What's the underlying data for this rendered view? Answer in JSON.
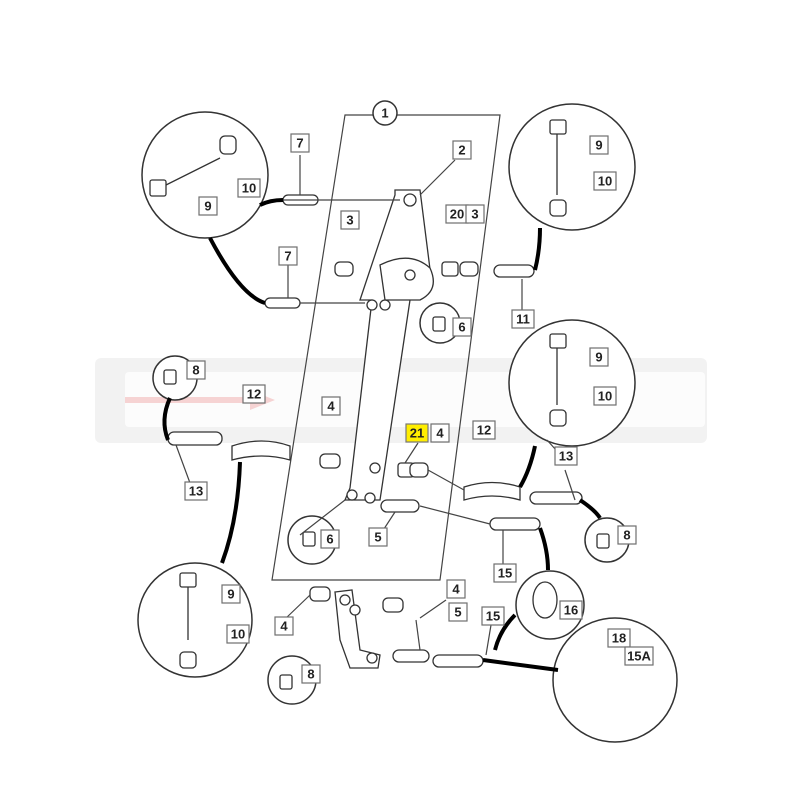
{
  "diagram": {
    "labels": {
      "l1": "1",
      "l2": "2",
      "l3a": "3",
      "l20": "20",
      "l3b": "3",
      "l4a": "4",
      "l4b": "4",
      "l4c": "4",
      "l4d": "4",
      "l5a": "5",
      "l5b": "5",
      "l6a": "6",
      "l6b": "6",
      "l7a": "7",
      "l7b": "7",
      "l8a": "8",
      "l8b": "8",
      "l8c": "8",
      "l9a": "9",
      "l9b": "9",
      "l9c": "9",
      "l9d": "9",
      "l10a": "10",
      "l10b": "10",
      "l10c": "10",
      "l10d": "10",
      "l11": "11",
      "l12a": "12",
      "l12b": "12",
      "l13a": "13",
      "l13b": "13",
      "l15a": "15",
      "l15b": "15",
      "l15A": "15A",
      "l16": "16",
      "l18": "18",
      "l21": "21"
    },
    "highlight_color": "#ffee00",
    "highlighted_label": "21"
  }
}
